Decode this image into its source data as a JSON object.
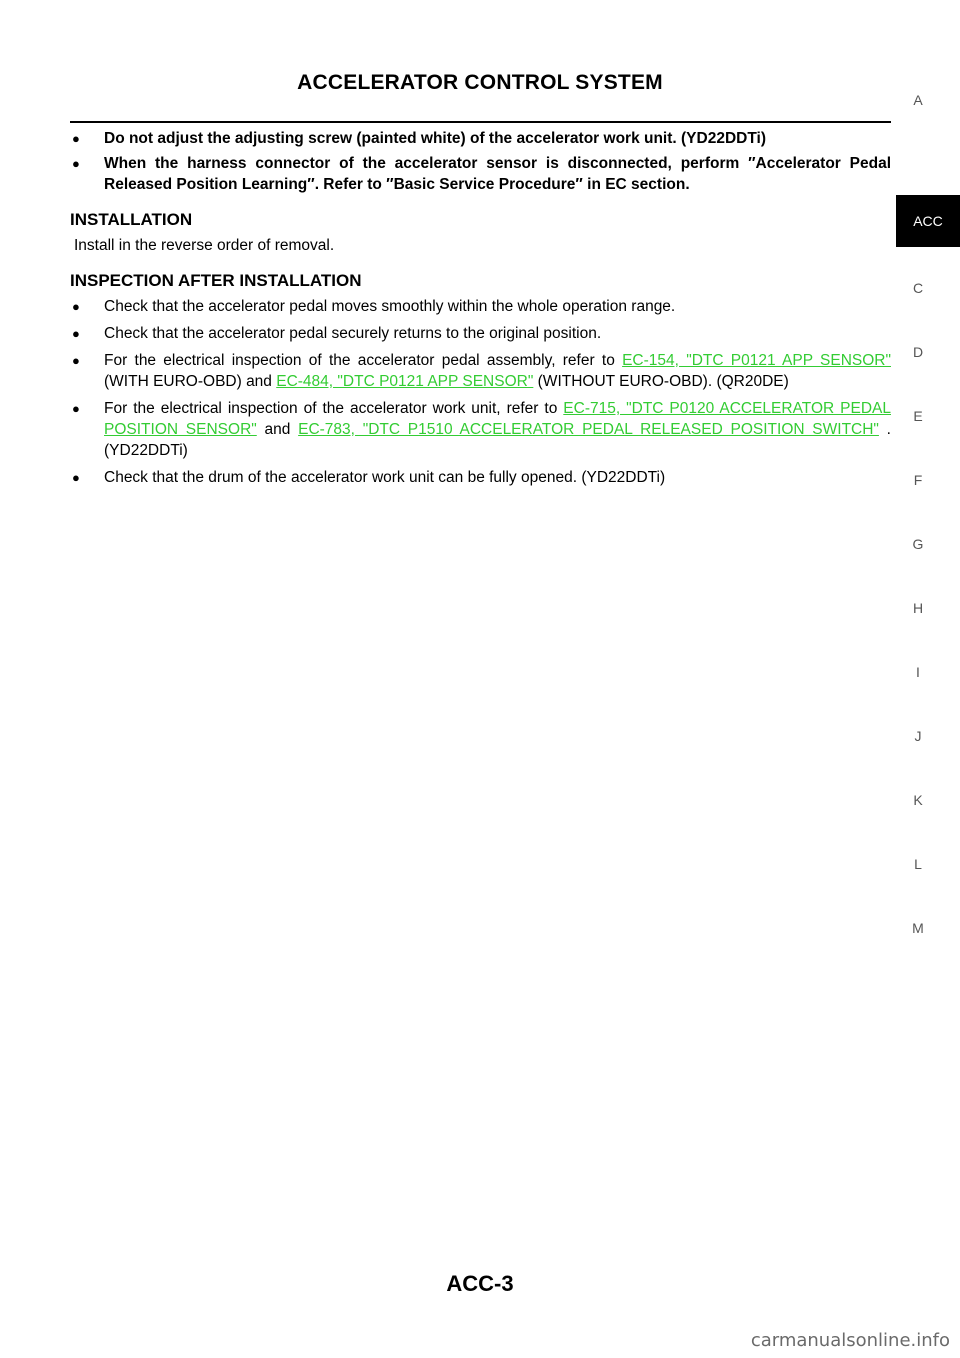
{
  "header": {
    "title": "ACCELERATOR CONTROL SYSTEM"
  },
  "caution_bullets": [
    "Do not adjust the adjusting screw (painted white) of the accelerator work unit. (YD22DDTi)",
    "When the harness connector of the accelerator sensor is disconnected, perform ″Accelerator Pedal Released Position Learning″. Refer to ″Basic Service Procedure″ in EC section."
  ],
  "installation": {
    "heading": "INSTALLATION",
    "text": "Install in the reverse order of removal."
  },
  "inspection": {
    "heading": "INSPECTION AFTER INSTALLATION",
    "bullet1": "Check that the accelerator pedal moves smoothly within the whole operation range.",
    "bullet2": "Check that the accelerator pedal securely returns to the original position.",
    "bullet3": {
      "pre": "For the electrical inspection of the accelerator pedal assembly, refer to ",
      "link1": "EC-154, \"DTC P0121 APP SENSOR\"",
      "mid": " (WITH EURO-OBD) and ",
      "link2": "EC-484, \"DTC P0121 APP SENSOR\"",
      "post": " (WITHOUT EURO-OBD). (QR20DE)"
    },
    "bullet4": {
      "pre": "For the electrical inspection of the accelerator work unit, refer to ",
      "link1": "EC-715, \"DTC P0120 ACCELERATOR PEDAL POSITION SENSOR\"",
      "mid": " and ",
      "link2": "EC-783, \"DTC P1510 ACCELERATOR PEDAL RELEASED POSITION SWITCH\"",
      "post": " . (YD22DDTi)"
    },
    "bullet5": "Check that the drum of the accelerator work unit can be fully opened. (YD22DDTi)"
  },
  "footer": {
    "page_number": "ACC-3"
  },
  "side_index": {
    "a": "A",
    "active": "ACC",
    "c": "C",
    "d": "D",
    "e": "E",
    "f": "F",
    "g": "G",
    "h": "H",
    "i": "I",
    "j": "J",
    "k": "K",
    "l": "L",
    "m": "M"
  },
  "watermark": "carmanualsonline.info",
  "colors": {
    "link": "#33cc33",
    "tab_bg": "#000000",
    "text": "#000000"
  }
}
